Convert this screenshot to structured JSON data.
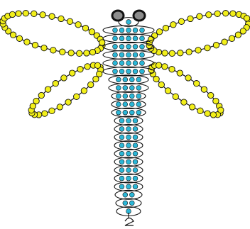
{
  "diagram": {
    "subject": "beaded-dragonfly-pattern",
    "colors": {
      "background": "#ffffff",
      "wing_bead": "#f2ef1a",
      "body_bead": "#2bb6d6",
      "eye_bead": "#8c8c8c",
      "thread": "#111111",
      "outline": "#111111"
    },
    "parts": {
      "eyes": 2,
      "body_rows": 24,
      "wings": 4
    }
  }
}
